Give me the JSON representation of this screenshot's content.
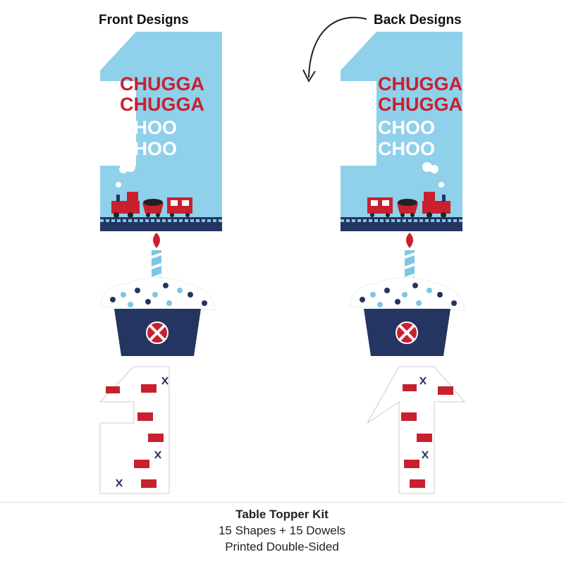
{
  "headers": {
    "front": "Front Designs",
    "back": "Back Designs"
  },
  "topper_text": {
    "line1": "CHUGGA",
    "line2": "CHUGGA",
    "line3": "CHOO",
    "line4": "CHOO"
  },
  "caption": {
    "title": "Table Topper Kit",
    "line2": "15 Shapes + 15 Dowels",
    "line3": "Printed Double-Sided"
  },
  "colors": {
    "sky": "#8fd0ea",
    "red": "#c8202f",
    "navy": "#233560",
    "lightblue": "#7cc6e6"
  }
}
